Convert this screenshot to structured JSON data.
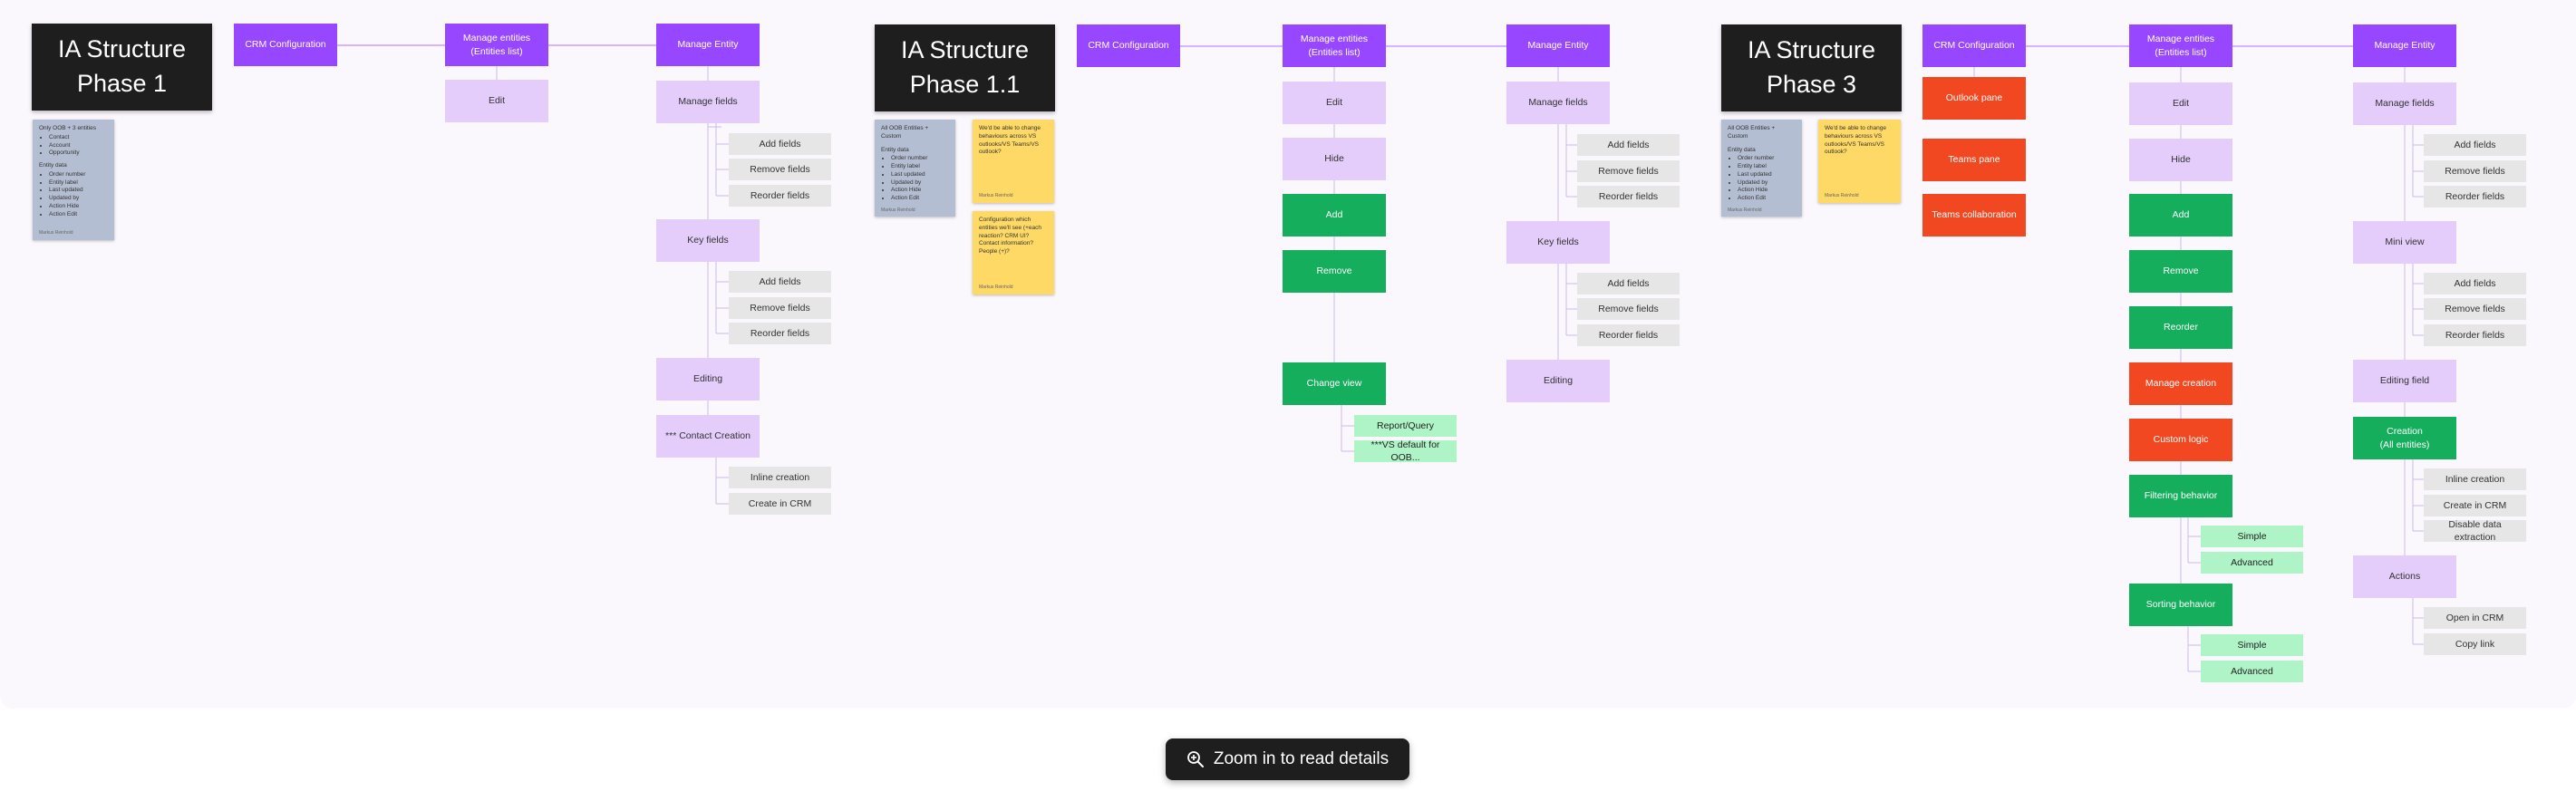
{
  "zoom_hint": {
    "label": "Zoom in to read details",
    "icon": "zoom-in-icon"
  },
  "titles": [
    {
      "line1": "IA Structure",
      "line2": "Phase 1"
    },
    {
      "line1": "IA Structure",
      "line2": "Phase 1.1"
    },
    {
      "line1": "IA Structure",
      "line2": "Phase 3"
    }
  ],
  "stickies": [
    {
      "color": "#b4bed2",
      "heading": "Only OOB + 3 entities",
      "items": [
        "Contact",
        "Account",
        "Opportunity"
      ],
      "heading2": "Entity data",
      "items2": [
        "Order number",
        "Entity label",
        "Last updated",
        "Updated by",
        "Action Hide",
        "Action Edit"
      ],
      "author": "Markus Reinhold"
    },
    {
      "color": "#b4bed2",
      "heading": "All OOB Entities + Custom",
      "items": [],
      "heading2": "Entity data",
      "items2": [
        "Order number",
        "Entity label",
        "Last updated",
        "Updated by",
        "Action Hide",
        "Action Edit"
      ],
      "author": "Markus Reinhold"
    },
    {
      "color": "#ffd966",
      "heading": "We'd be able to change behaviours across VS outlooks/VS Teams/VS outlook?",
      "items": [],
      "heading2": "",
      "items2": [],
      "author": "Markus Reinhold"
    },
    {
      "color": "#ffd966",
      "heading": "Configuration which entities we'll see (+each reaction? CRM UI? Contact information? People (+)?",
      "items": [],
      "heading2": "",
      "items2": [],
      "author": "Markus Reinhold"
    },
    {
      "color": "#b4bed2",
      "heading": "All OOB Entities + Custom",
      "items": [],
      "heading2": "Entity data",
      "items2": [
        "Order number",
        "Entity label",
        "Last updated",
        "Updated by",
        "Action Hide",
        "Action Edit"
      ],
      "author": "Markus Reinhold"
    },
    {
      "color": "#ffd966",
      "heading": "We'd be able to change behaviours across VS outlooks/VS Teams/VS outlook?",
      "items": [],
      "heading2": "",
      "items2": [],
      "author": "Markus Reinhold"
    }
  ],
  "nodes": {
    "p1_crm": "CRM Configuration",
    "p1_manage_entities": "Manage entities\n(Entities list)",
    "p1_manage_entity": "Manage Entity",
    "p1_edit": "Edit",
    "p1_manage_fields": "Manage fields",
    "p1_mf_add": "Add fields",
    "p1_mf_remove": "Remove fields",
    "p1_mf_reorder": "Reorder fields",
    "p1_key_fields": "Key fields",
    "p1_kf_add": "Add fields",
    "p1_kf_remove": "Remove fields",
    "p1_kf_reorder": "Reorder fields",
    "p1_editing": "Editing",
    "p1_contact_creation": "*** Contact Creation",
    "p1_inline_creation": "Inline creation",
    "p1_create_crm": "Create in CRM",
    "p11_crm": "CRM Configuration",
    "p11_manage_entities": "Manage entities\n(Entities list)",
    "p11_edit": "Edit",
    "p11_hide": "Hide",
    "p11_add": "Add",
    "p11_remove": "Remove",
    "p11_change_view": "Change view",
    "p11_report": "Report/Query",
    "p11_vs_default": "***VS default for OOB...",
    "p11_manage_entity": "Manage Entity",
    "p11_manage_fields": "Manage fields",
    "p11_mf_add": "Add fields",
    "p11_mf_remove": "Remove fields",
    "p11_mf_reorder": "Reorder fields",
    "p11_key_fields": "Key fields",
    "p11_kf_add": "Add fields",
    "p11_kf_remove": "Remove fields",
    "p11_kf_reorder": "Reorder fields",
    "p11_editing": "Editing",
    "p3_crm": "CRM Configuration",
    "p3_outlook": "Outlook pane",
    "p3_teams": "Teams pane",
    "p3_teams_collab": "Teams collaboration",
    "p3_manage_entities": "Manage entities\n(Entities list)",
    "p3_edit": "Edit",
    "p3_hide": "Hide",
    "p3_add": "Add",
    "p3_remove": "Remove",
    "p3_reorder": "Reorder",
    "p3_manage_creation": "Manage creation",
    "p3_custom_logic": "Custom logic",
    "p3_filtering": "Filtering behavior",
    "p3_f_simple": "Simple",
    "p3_f_advanced": "Advanced",
    "p3_sorting": "Sorting behavior",
    "p3_s_simple": "Simple",
    "p3_s_advanced": "Advanced",
    "p3_manage_entity": "Manage Entity",
    "p3_manage_fields": "Manage fields",
    "p3_mf_add": "Add fields",
    "p3_mf_remove": "Remove fields",
    "p3_mf_reorder": "Reorder fields",
    "p3_mini_view": "Mini view",
    "p3_mv_add": "Add fields",
    "p3_mv_remove": "Remove fields",
    "p3_mv_reorder": "Reorder fields",
    "p3_editing_field": "Editing field",
    "p3_creation": "Creation\n(All entities)",
    "p3_inline_creation": "Inline creation",
    "p3_create_crm": "Create in CRM",
    "p3_disable_extraction": "Disable data extraction",
    "p3_actions": "Actions",
    "p3_open_crm": "Open in CRM",
    "p3_copy_link": "Copy link"
  },
  "colors": {
    "purple": "#9747ff",
    "light_purple": "#e4ccfb",
    "gray": "#e6e6e6",
    "green": "#14ae5c",
    "light_green": "#aff4c6",
    "orange": "#f24822",
    "dark": "#1e1e1e",
    "connector": "#c38bff"
  }
}
